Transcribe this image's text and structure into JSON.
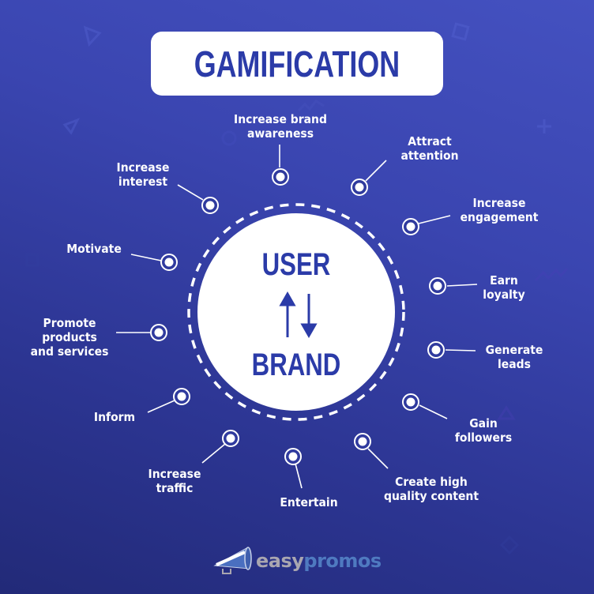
{
  "title": "GAMIFICATION",
  "center": {
    "top_word": "USER",
    "bottom_word": "BRAND",
    "arrows_icon": "up-down-arrows-icon"
  },
  "benefits": [
    {
      "id": "increase-brand-awareness",
      "line1": "Increase brand",
      "line2": "awareness"
    },
    {
      "id": "attract-attention",
      "line1": "Attract",
      "line2": "attention"
    },
    {
      "id": "increase-engagement",
      "line1": "Increase",
      "line2": "engagement"
    },
    {
      "id": "earn-loyalty",
      "line1": "Earn",
      "line2": "loyalty"
    },
    {
      "id": "generate-leads",
      "line1": "Generate",
      "line2": "leads"
    },
    {
      "id": "gain-followers",
      "line1": "Gain",
      "line2": "followers"
    },
    {
      "id": "create-high-quality-content",
      "line1": "Create high",
      "line2": "quality content"
    },
    {
      "id": "entertain",
      "line1": "Entertain"
    },
    {
      "id": "increase-traffic",
      "line1": "Increase",
      "line2": "traffic"
    },
    {
      "id": "inform",
      "line1": "Inform"
    },
    {
      "id": "promote-products-and-services",
      "line1": "Promote",
      "line2": "products",
      "line3": "and services"
    },
    {
      "id": "motivate",
      "line1": "Motivate"
    },
    {
      "id": "increase-interest",
      "line1": "Increase",
      "line2": "interest"
    }
  ],
  "logo": {
    "icon": "megaphone-icon",
    "part1": "easy",
    "part2": "promos"
  },
  "colors": {
    "background_top": "#4451c0",
    "background_bottom": "#222a78",
    "accent_blue": "#2b3ba8",
    "white": "#ffffff",
    "logo_gray": "#a9a6b0",
    "logo_blue": "#4f7ac0"
  }
}
